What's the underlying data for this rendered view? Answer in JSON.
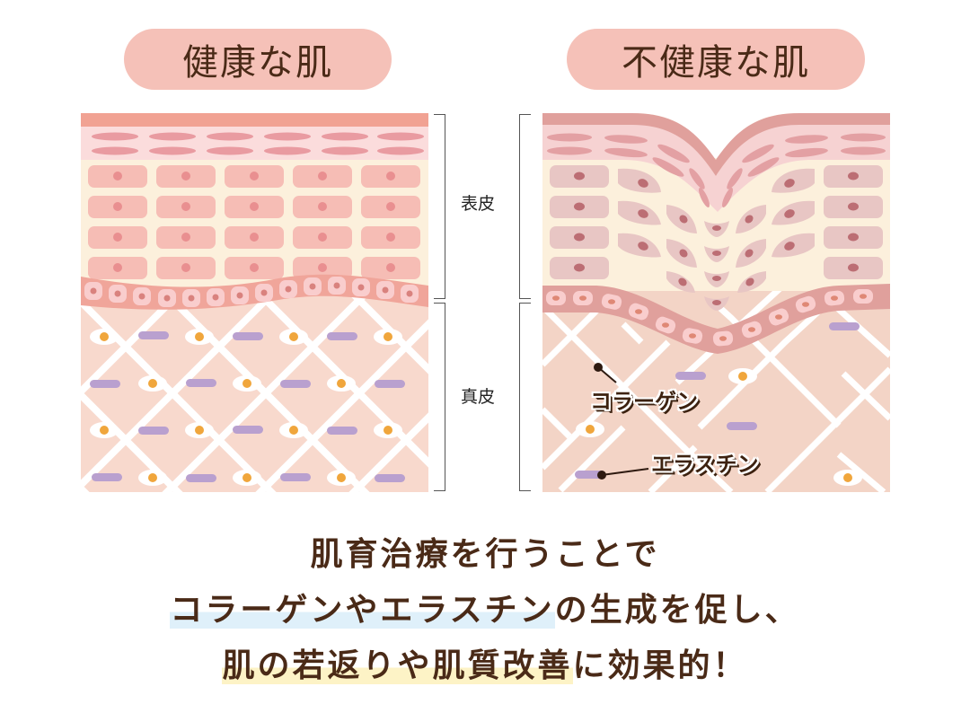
{
  "titles": {
    "healthy": "健康な肌",
    "unhealthy": "不健康な肌"
  },
  "layers": {
    "epidermis": "表皮",
    "dermis": "真皮"
  },
  "callouts": {
    "collagen": "コラーゲン",
    "elastin": "エラスチン"
  },
  "message": {
    "line1": "肌育治療を行うことで",
    "line2_highlight": "コラーゲンやエラスチン",
    "line2_rest": "の生成を促し、",
    "line3_highlight": "肌の若返りや肌質改善",
    "line3_rest": "に効果的！"
  },
  "colors": {
    "title_pill": "#f5c1b8",
    "text_brown": "#4a2a17",
    "stratum_corneum_healthy": "#f1a293",
    "stratum_corneum_unhealthy": "#e0a09c",
    "granular_layer": "#fbdcdc",
    "spinous_bg": "#fcf0dc",
    "cell_healthy": "#f6bdb5",
    "nucleus_healthy": "#e98f90",
    "cell_unhealthy": "#e8c6c4",
    "nucleus_unhealthy": "#bc6e74",
    "basal_layer": "#f0a59a",
    "dermis_bg": "#f8d9cd",
    "collagen_fiber": "#ffffff",
    "elastin_fiber": "#b9a0cf",
    "fibroblast_nucleus": "#f0a63c",
    "highlight_blue": "#dff0fa",
    "highlight_yellow": "#fdf3c6"
  }
}
